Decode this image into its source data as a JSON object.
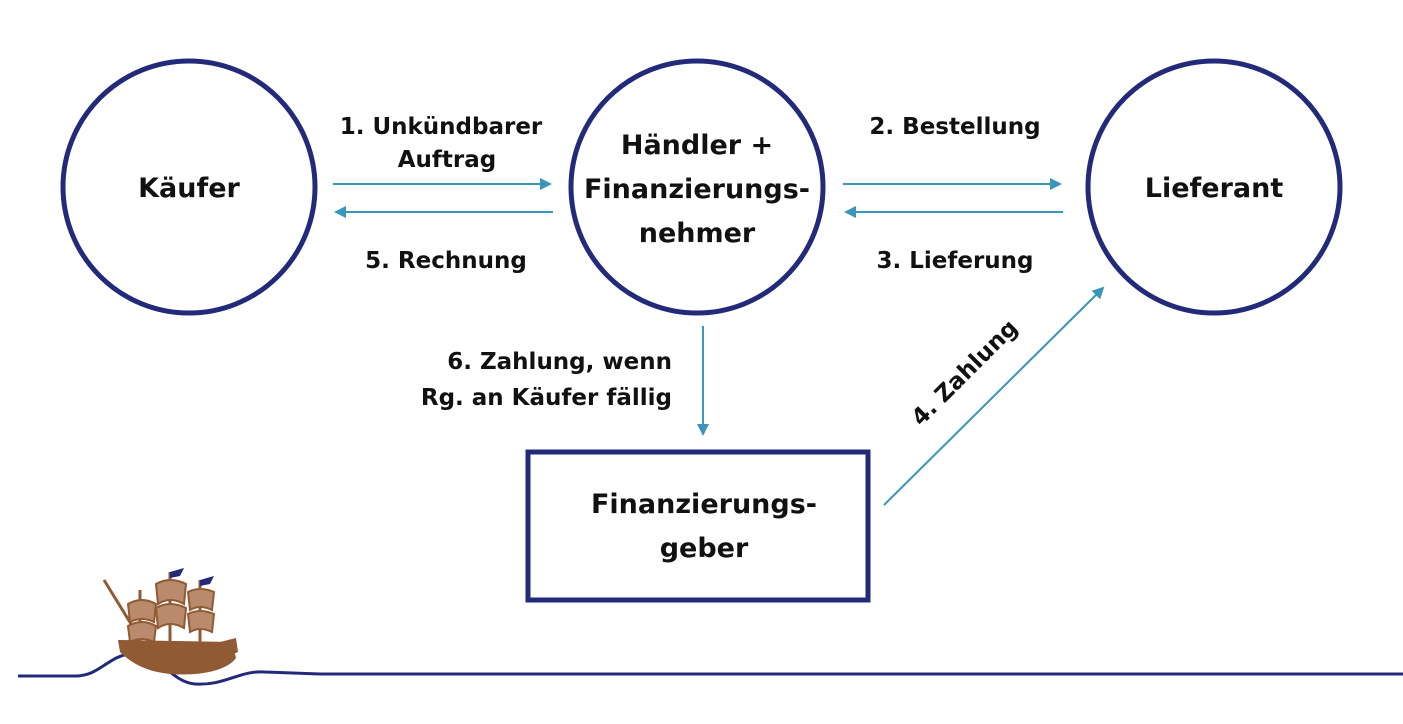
{
  "colors": {
    "node_stroke": "#232a7a",
    "arrow": "#3a95b8",
    "text": "#111111",
    "ship": "#8f5a34",
    "wave": "#232a7a"
  },
  "nodes": {
    "kaeufer": {
      "label": "Käufer"
    },
    "haendler": {
      "line1": "Händler +",
      "line2": "Finanzierungs-",
      "line3": "nehmer"
    },
    "lieferant": {
      "label": "Lieferant"
    },
    "finanzierungsgeber": {
      "line1": "Finanzierungs-",
      "line2": "geber"
    }
  },
  "edges": {
    "auftrag": {
      "line1": "1. Unkündbarer",
      "line2": "Auftrag"
    },
    "bestellung": {
      "label": "2. Bestellung"
    },
    "lieferung": {
      "label": "3. Lieferung"
    },
    "zahlung": {
      "label": "4. Zahlung"
    },
    "rechnung": {
      "label": "5. Rechnung"
    },
    "zahlung_faellig": {
      "line1": "6. Zahlung, wenn",
      "line2": "Rg. an Käufer fällig"
    }
  },
  "logo": {
    "name": "ship-logo-icon"
  }
}
